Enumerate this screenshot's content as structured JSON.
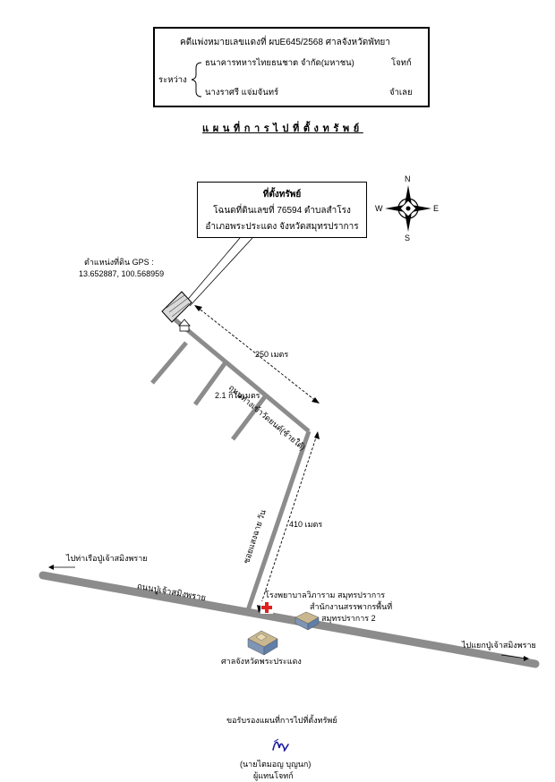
{
  "header": {
    "case_line": "คดีแพ่งหมายเลขแดงที่  ผบE645/2568   ศาลจังหวัดพัทยา",
    "between_label": "ระหว่าง",
    "plaintiff_name": "ธนาคารทหารไทยธนชาต จำกัด(มหาชน)",
    "plaintiff_role": "โจทก์",
    "defendant_name": "นางราศรี  แจ่มจันทร์",
    "defendant_role": "จำเลย"
  },
  "plan_title": "แผนที่การไปที่ตั้งทรัพย์",
  "property_box": {
    "title": "ที่ตั้งทรัพย์",
    "deed_line": "โฉนดที่ดินเลขที่ 76594 ตำบลสำโรง",
    "district_line": "อำเภอพระประแดง  จังหวัดสมุทรปราการ"
  },
  "compass": {
    "north": "N",
    "south": "S",
    "east": "E",
    "west": "W"
  },
  "gps": {
    "label": "ตำแหน่งที่ดิน GPS :",
    "coords": "13.652887, 100.568959"
  },
  "map": {
    "distances": {
      "d250": "250 เมตร",
      "d21": "2.1 กิโลเมตร",
      "d410": "410 เมตร"
    },
    "roads": {
      "sub_road": "ถนนทางเข้าวัดยนต์(ซ้ายใต้)",
      "soi": "ซอยแสงฉาย วัน",
      "main_road": "ถนนปู่เจ้าสมิงพราย"
    },
    "landmarks": {
      "hospital": "โรงพยาบาลวิภาราม สมุทรปราการ",
      "revenue_1": "สำนักงานสรรพากรพื้นที่",
      "revenue_2": "สมุทรปราการ 2",
      "court": "ศาลจังหวัดพระประแดง"
    },
    "directions": {
      "left": "ไปท่าเรือปู่เจ้าสมิงพราย",
      "right": "ไปแยกปู่เจ้าสมิงพราย"
    },
    "colors": {
      "road": "#8c8c8c",
      "hospital_cross": "#e02020",
      "building": "#5f7fa8"
    }
  },
  "signature": {
    "request": "ขอรับรองแผนที่การไปที่ตั้งทรัพย์",
    "name": "(นายไตมอญ   บุญนก)",
    "role": "ผู้แทนโจทก์"
  }
}
